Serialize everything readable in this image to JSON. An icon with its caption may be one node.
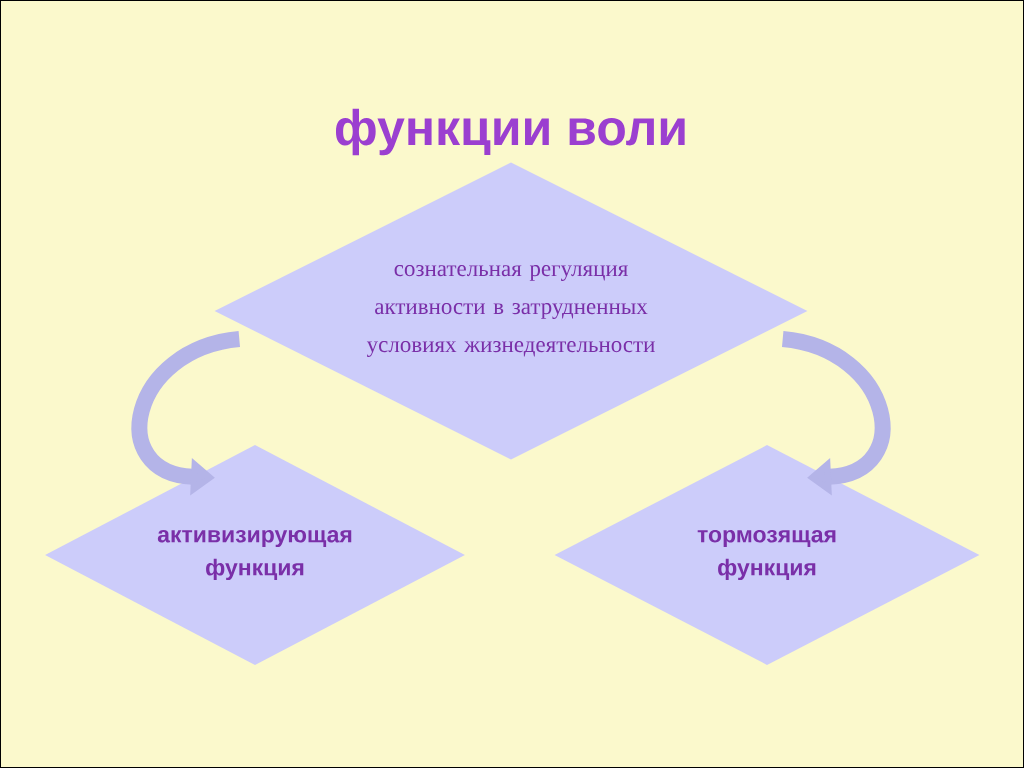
{
  "diagram": {
    "title": "функции воли",
    "nodes": [
      {
        "text": [
          "сознательная регуляция активности в затрудненных условиях жизнедеятельности"
        ]
      },
      {
        "text": [
          "активизирующая функция"
        ]
      },
      {
        "text": [
          "тормозящая функция"
        ]
      }
    ],
    "edges": [
      {
        "from": 0,
        "to": 1,
        "arrow": "to"
      },
      {
        "from": 0,
        "to": 2,
        "arrow": "to"
      }
    ]
  }
}
